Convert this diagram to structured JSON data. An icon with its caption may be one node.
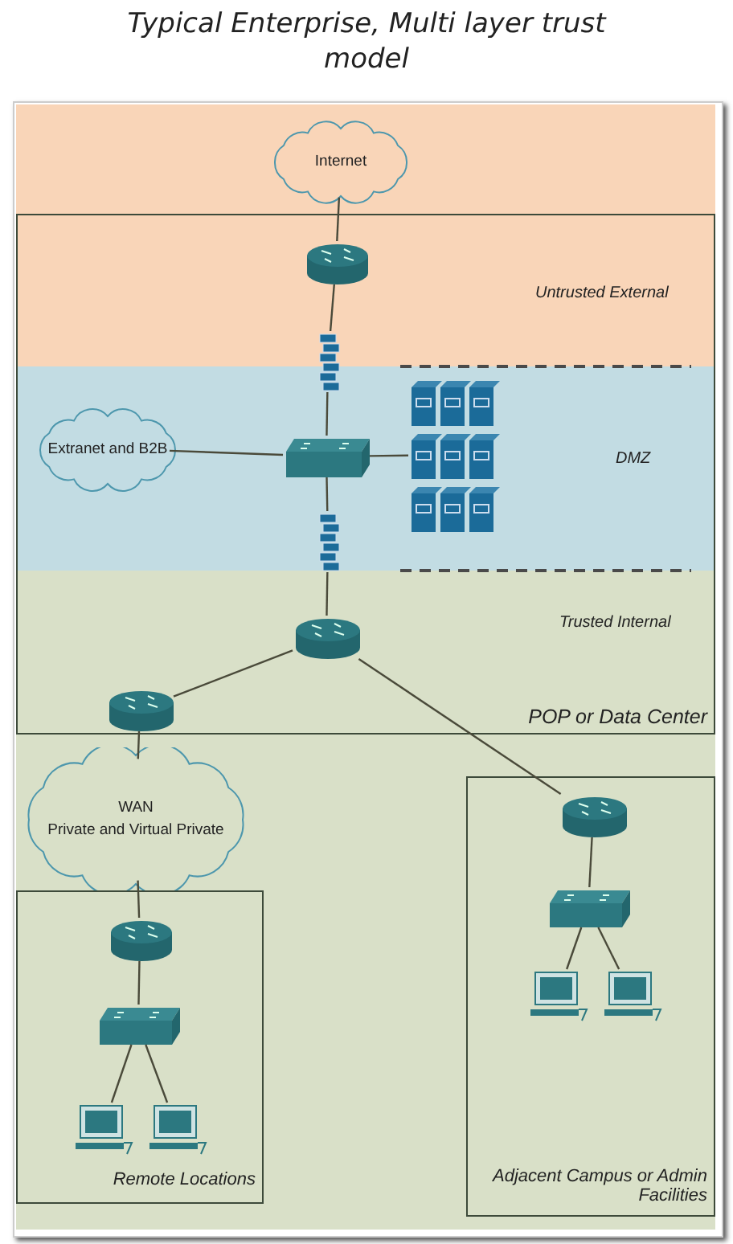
{
  "diagram": {
    "title": "Typical Enterprise, Multi layer trust model",
    "nodes": [
      {
        "text": [
          "Internet"
        ]
      },
      {
        "text": [
          "POP or Data Center"
        ]
      },
      {
        "text": [],
        "shape": "cylinder",
        "in": 1
      },
      {
        "text": [],
        "shape": "wall",
        "in": 1
      },
      {
        "text": [
          "Extranet and B2B"
        ],
        "in": 1
      },
      {
        "text": [],
        "shape": "box",
        "in": 1
      },
      {
        "text": [],
        "shape": "picture",
        "in": 1
      },
      {
        "text": [],
        "shape": "wall",
        "in": 1
      },
      {
        "text": [],
        "shape": "cylinder",
        "in": 1
      },
      {
        "text": [],
        "shape": "cylinder",
        "in": 1
      },
      {
        "text": [
          "WAN",
          "Private and Virtual Private"
        ]
      },
      {
        "text": [
          "Adjacent Campus or Admin Facilities"
        ]
      },
      {
        "text": [],
        "shape": "cylinder",
        "in": 11
      },
      {
        "text": [],
        "shape": "box",
        "in": 11
      },
      {
        "text": [],
        "shape": "computer",
        "in": 11
      },
      {
        "text": [],
        "shape": "computer",
        "in": 11
      },
      {
        "text": [
          "Remote Locations"
        ]
      },
      {
        "text": [],
        "shape": "cylinder",
        "in": 16
      },
      {
        "text": [],
        "shape": "box",
        "in": 16
      },
      {
        "text": [],
        "shape": "computer",
        "in": 16
      },
      {
        "text": [],
        "shape": "computer",
        "in": 16
      }
    ],
    "edges": [
      {
        "from": 0,
        "to": 2,
        "arrow": "none"
      },
      {
        "from": 2,
        "to": 3,
        "arrow": "none"
      },
      {
        "from": 3,
        "to": 5,
        "arrow": "none"
      },
      {
        "from": 4,
        "to": 5,
        "arrow": "none"
      },
      {
        "from": 5,
        "to": 6,
        "arrow": "none"
      },
      {
        "from": 5,
        "to": 7,
        "arrow": "none"
      },
      {
        "from": 7,
        "to": 8,
        "arrow": "none"
      },
      {
        "from": 8,
        "to": 9,
        "arrow": "none"
      },
      {
        "from": 8,
        "to": 12,
        "arrow": "none"
      },
      {
        "from": 9,
        "to": 10,
        "arrow": "none"
      },
      {
        "from": 10,
        "to": 17,
        "arrow": "none"
      },
      {
        "from": 12,
        "to": 13,
        "arrow": "none"
      },
      {
        "from": 13,
        "to": 14,
        "arrow": "none"
      },
      {
        "from": 13,
        "to": 15,
        "arrow": "none"
      },
      {
        "from": 17,
        "to": 18,
        "arrow": "none"
      },
      {
        "from": 18,
        "to": 19,
        "arrow": "none"
      },
      {
        "from": 18,
        "to": 20,
        "arrow": "none"
      }
    ],
    "labels": [
      "Untrusted External",
      "DMZ",
      "Trusted Internal"
    ]
  }
}
